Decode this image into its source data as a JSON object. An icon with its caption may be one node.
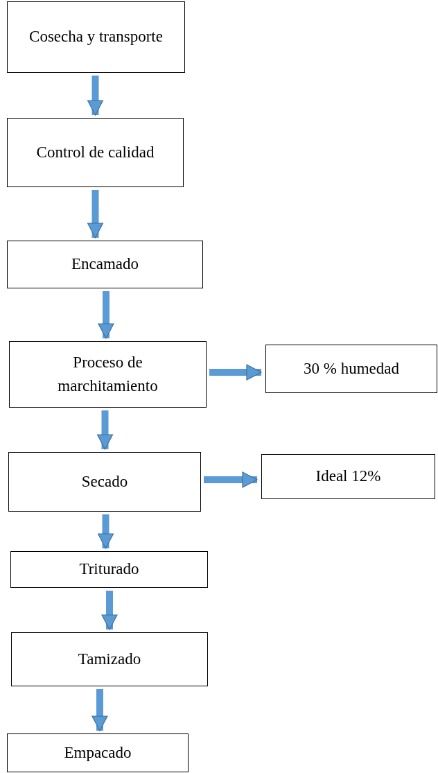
{
  "diagram": {
    "nodes": [
      {
        "text": [
          "Cosecha y transporte"
        ]
      },
      {
        "text": [
          "Control de calidad"
        ]
      },
      {
        "text": [
          "Encamado"
        ]
      },
      {
        "text": [
          "Proceso de marchitamiento"
        ]
      },
      {
        "text": [
          "30 % humedad"
        ]
      },
      {
        "text": [
          "Secado"
        ]
      },
      {
        "text": [
          "Ideal 12%"
        ]
      },
      {
        "text": [
          "Triturado"
        ]
      },
      {
        "text": [
          "Tamizado"
        ]
      },
      {
        "text": [
          "Empacado"
        ]
      }
    ],
    "edges": [
      {
        "from": 0,
        "to": 1,
        "arrow": "to"
      },
      {
        "from": 1,
        "to": 2,
        "arrow": "to"
      },
      {
        "from": 2,
        "to": 3,
        "arrow": "to"
      },
      {
        "from": 3,
        "to": 4,
        "arrow": "to"
      },
      {
        "from": 3,
        "to": 5,
        "arrow": "to"
      },
      {
        "from": 5,
        "to": 6,
        "arrow": "to"
      },
      {
        "from": 5,
        "to": 7,
        "arrow": "to"
      },
      {
        "from": 7,
        "to": 8,
        "arrow": "to"
      },
      {
        "from": 8,
        "to": 9,
        "arrow": "to"
      }
    ]
  }
}
